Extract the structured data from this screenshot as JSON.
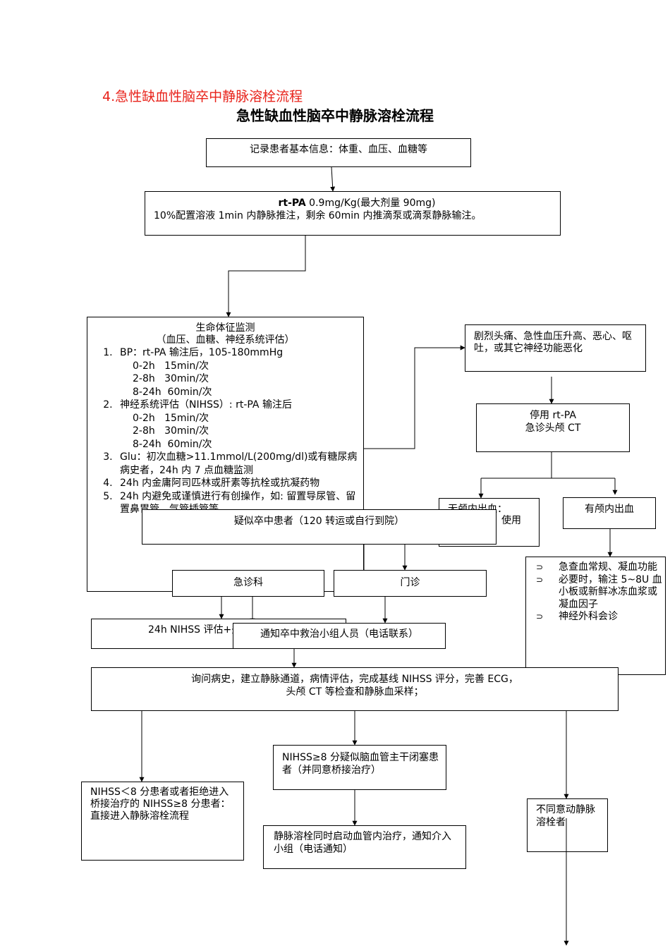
{
  "section_heading": "4.急性缺血性脑卒中静脉溶栓流程",
  "title": "急性缺血性脑卒中静脉溶栓流程",
  "colors": {
    "heading_red": "#e8231b",
    "line": "#000000"
  },
  "boxes": {
    "record_info": "记录患者基本信息：体重、血压、血糖等",
    "rtpa_bold": "rt-PA",
    "rtpa_dose": " 0.9mg/Kg(最大剂量 90mg)",
    "rtpa_solution": "10%配置溶液 1min 内静脉推注，剩余 60min 内推滴泵或滴泵静脉输注。",
    "monitor_title": "生命体征监测",
    "monitor_subtitle": "（血压、血糖、神经系统评估）",
    "monitor_items": [
      "BP：rt-PA 输注后，105-180mmHg",
      "神经系统评估（NIHSS）: rt-PA 输注后",
      "Glu：初次血糖>11.1mmol/L(200mg/dl)或有糖尿病病史者，24h 内 7 点血糖监测",
      "24h 内金庸阿司匹林或肝素等抗栓或抗凝药物",
      "24h 内避免或谨慎进行有创操作，如: 留置导尿管、留置鼻胃管、气管插管等"
    ],
    "bp_schedule": [
      "0-2h   15min/次",
      "2-8h   30min/次",
      "8-24h  60min/次"
    ],
    "nihss_schedule": [
      "0-2h   15min/次",
      "2-8h   30min/次",
      "8-24h  60min/次"
    ],
    "severe_symptoms": "剧烈头痛、急性血压升高、恶心、呕吐，或其它神经功能恶化",
    "stop_rtpa": "停用 rt-PA",
    "emergency_ct": "急诊头颅 CT",
    "no_bleed": "无颅内出血：",
    "resume": "使用",
    "bleed": "有颅内出血",
    "bleed_actions": [
      "急查血常规、凝血功能",
      "必要时，输注 5~8U 血小板或新鲜冰冻血浆或凝血因子",
      "神经外科会诊"
    ],
    "suspect": "疑似卒中患者（120 转运或自行到院）",
    "er": "急诊科",
    "outpatient": "门诊",
    "nihss24": "24h NIHSS 评估+头",
    "notify": "通知卒中救治小组人员（电话联系）",
    "inquiry_1": "询问病史，建立静脉通道，病情评估，完成基线 NIHSS 评分，完善 ECG，",
    "inquiry_2": "头颅 CT 等检查和静脉血采样；",
    "nihss_low": "NIHSS＜8 分患者或者拒绝进入桥接治疗的 NIHSS≥8 分患者：直接进入静脉溶栓流程",
    "nihss_high": "NIHSS≥8 分疑似脑血管主干闭塞患者（并同意桥接治疗）",
    "bridging": "静脉溶栓同时启动血管内治疗，通知介入小组（电话通知）",
    "disagree": "不同意动静脉溶栓者"
  }
}
